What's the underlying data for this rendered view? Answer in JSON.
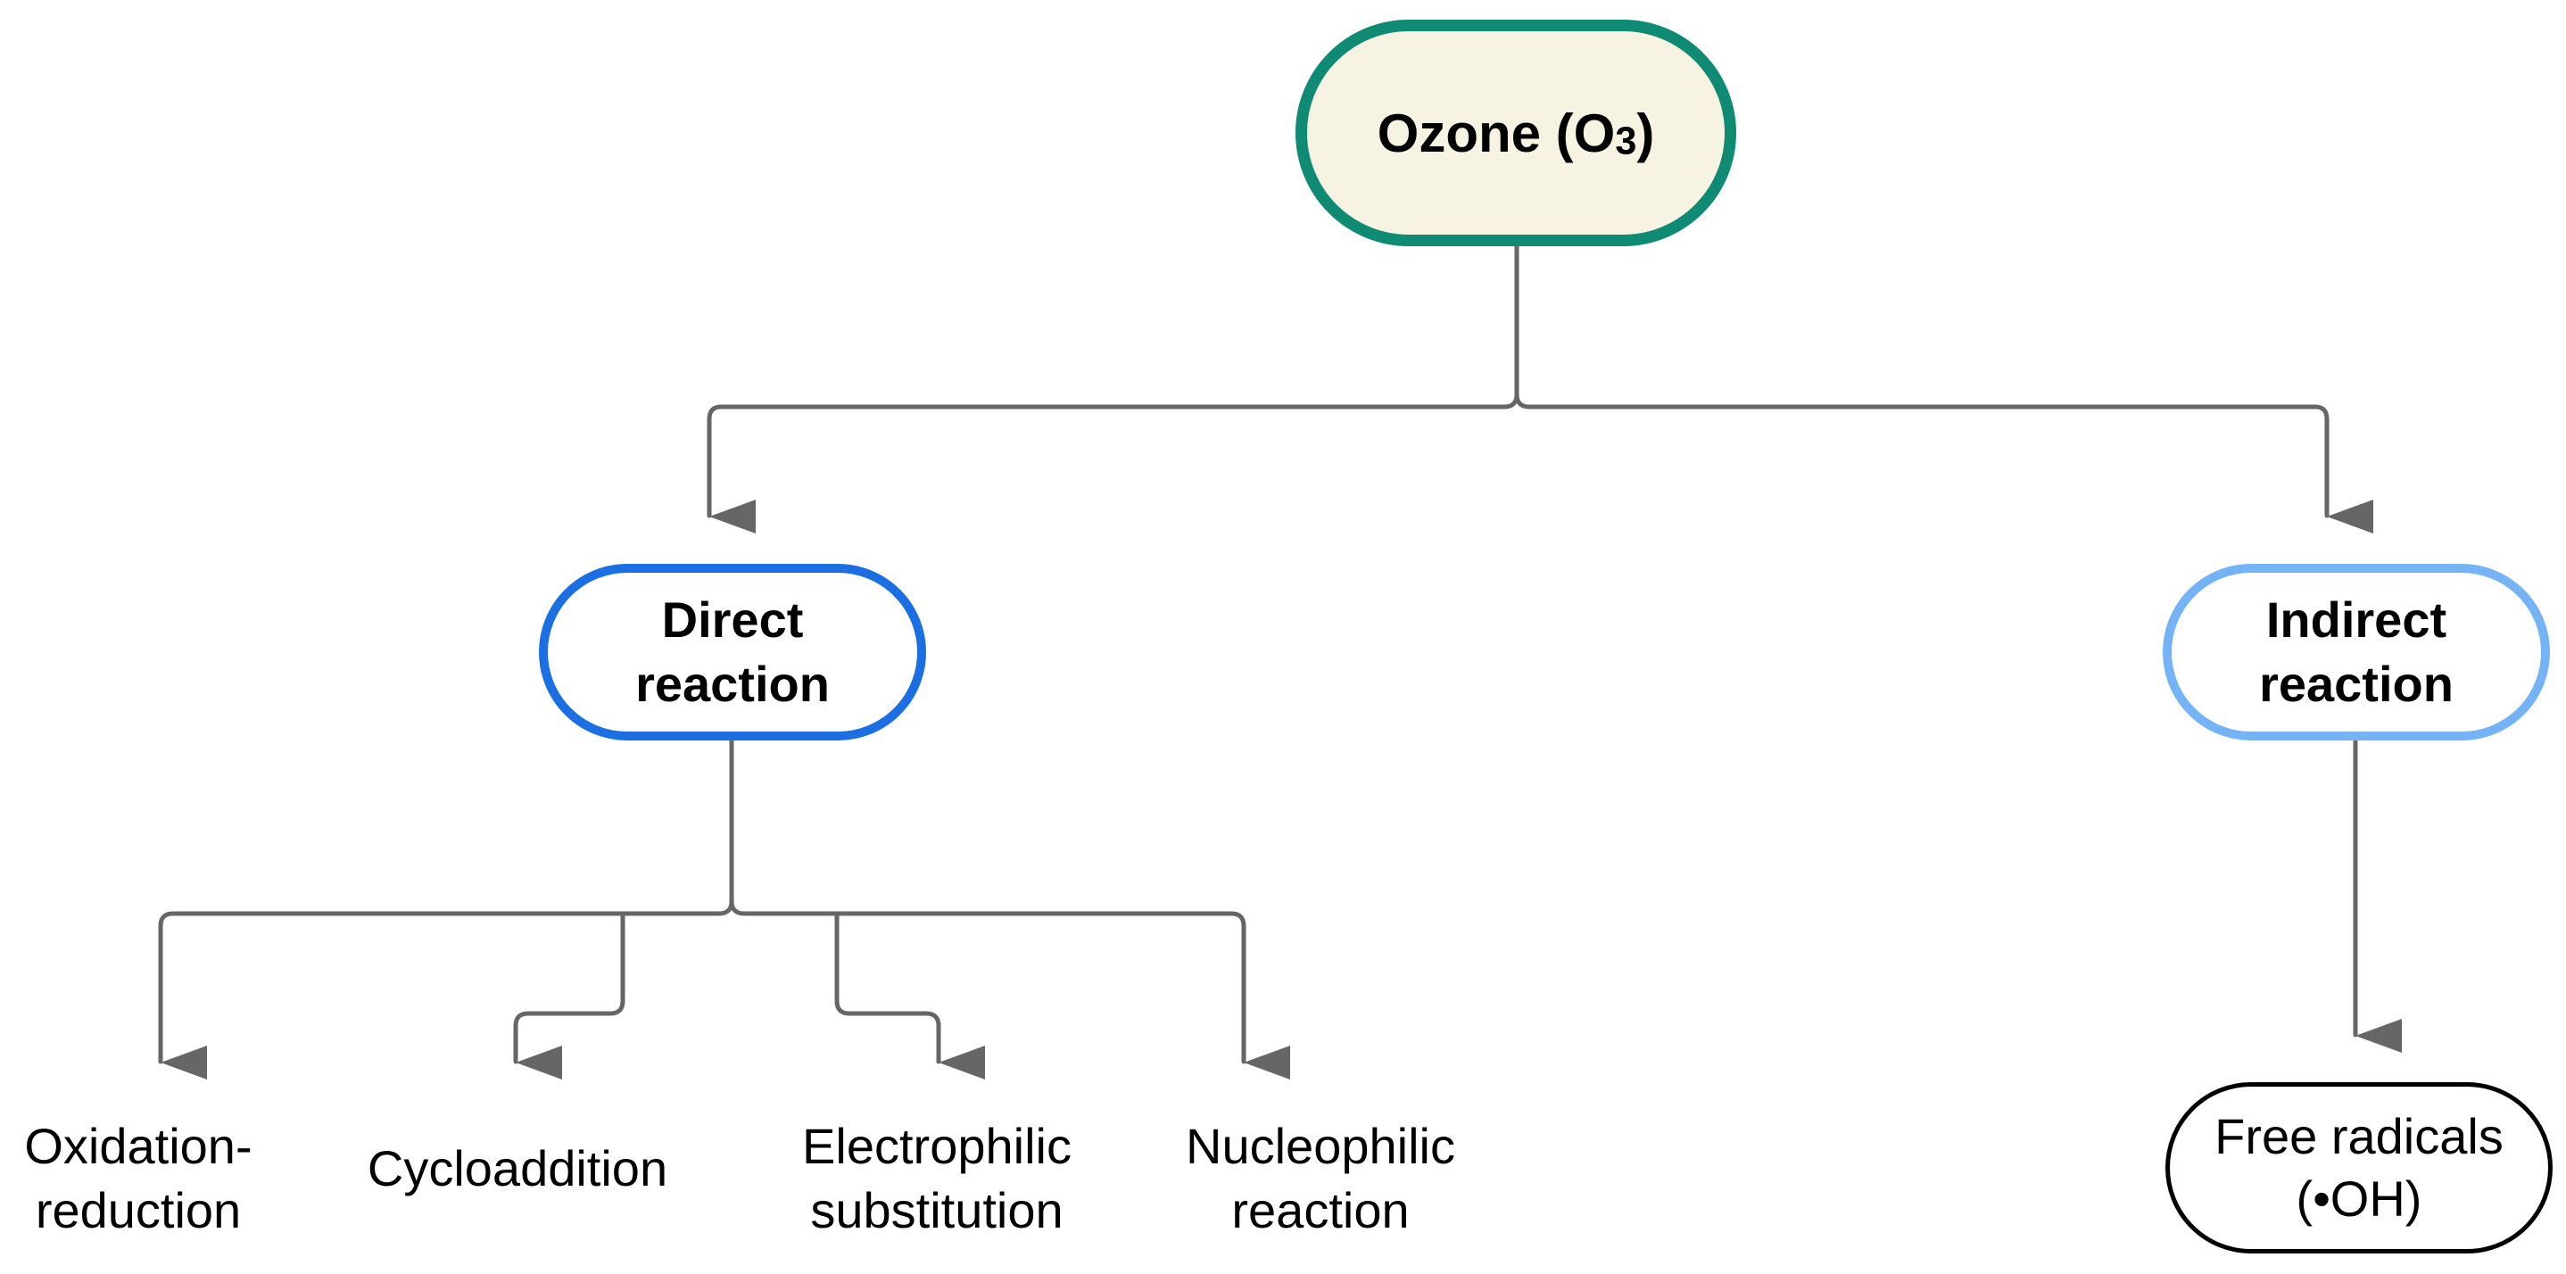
{
  "root": {
    "label": "Ozone (O",
    "subscript": "3",
    "suffix": ")"
  },
  "branches": {
    "direct": {
      "line1": "Direct",
      "line2": "reaction"
    },
    "indirect": {
      "line1": "Indirect",
      "line2": "reaction"
    }
  },
  "direct_children": [
    {
      "line1": "Oxidation-",
      "line2": "reduction"
    },
    {
      "line1": "Cycloaddition",
      "line2": ""
    },
    {
      "line1": "Electrophilic",
      "line2": "substitution"
    },
    {
      "line1": "Nucleophilic",
      "line2": "reaction"
    }
  ],
  "indirect_child": {
    "line1": "Free radicals",
    "line2": "(•OH)"
  },
  "colors": {
    "root_border": "#0f8a73",
    "root_fill": "#f7f3e3",
    "direct_border": "#1b6fe3",
    "indirect_border": "#74b4f6",
    "connector": "#666666"
  }
}
